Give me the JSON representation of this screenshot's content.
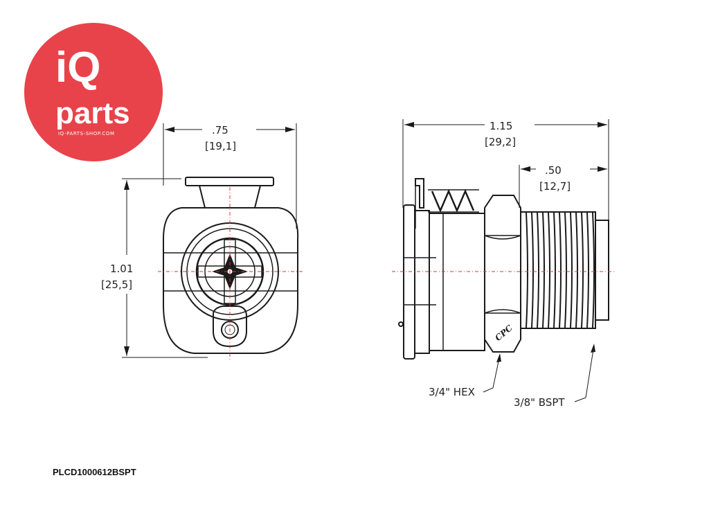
{
  "logo": {
    "line1": "iQ",
    "line2": "parts",
    "url": "IQ-PARTS-SHOP.COM",
    "color": "#e8434a"
  },
  "front_view": {
    "width_in": ".75",
    "width_mm": "[19,1]",
    "height_in": "1.01",
    "height_mm": "[25,5]"
  },
  "side_view": {
    "length_in": "1.15",
    "length_mm": "[29,2]",
    "thread_len_in": ".50",
    "thread_len_mm": "[12,7]",
    "hex_label": "3/4\" HEX",
    "thread_label": "3/8\" BSPT",
    "brand_mark": "CPC"
  },
  "part_number": "PLCD1000612BSPT",
  "colors": {
    "line": "#1a1a1a",
    "centerline": "#e03030"
  }
}
